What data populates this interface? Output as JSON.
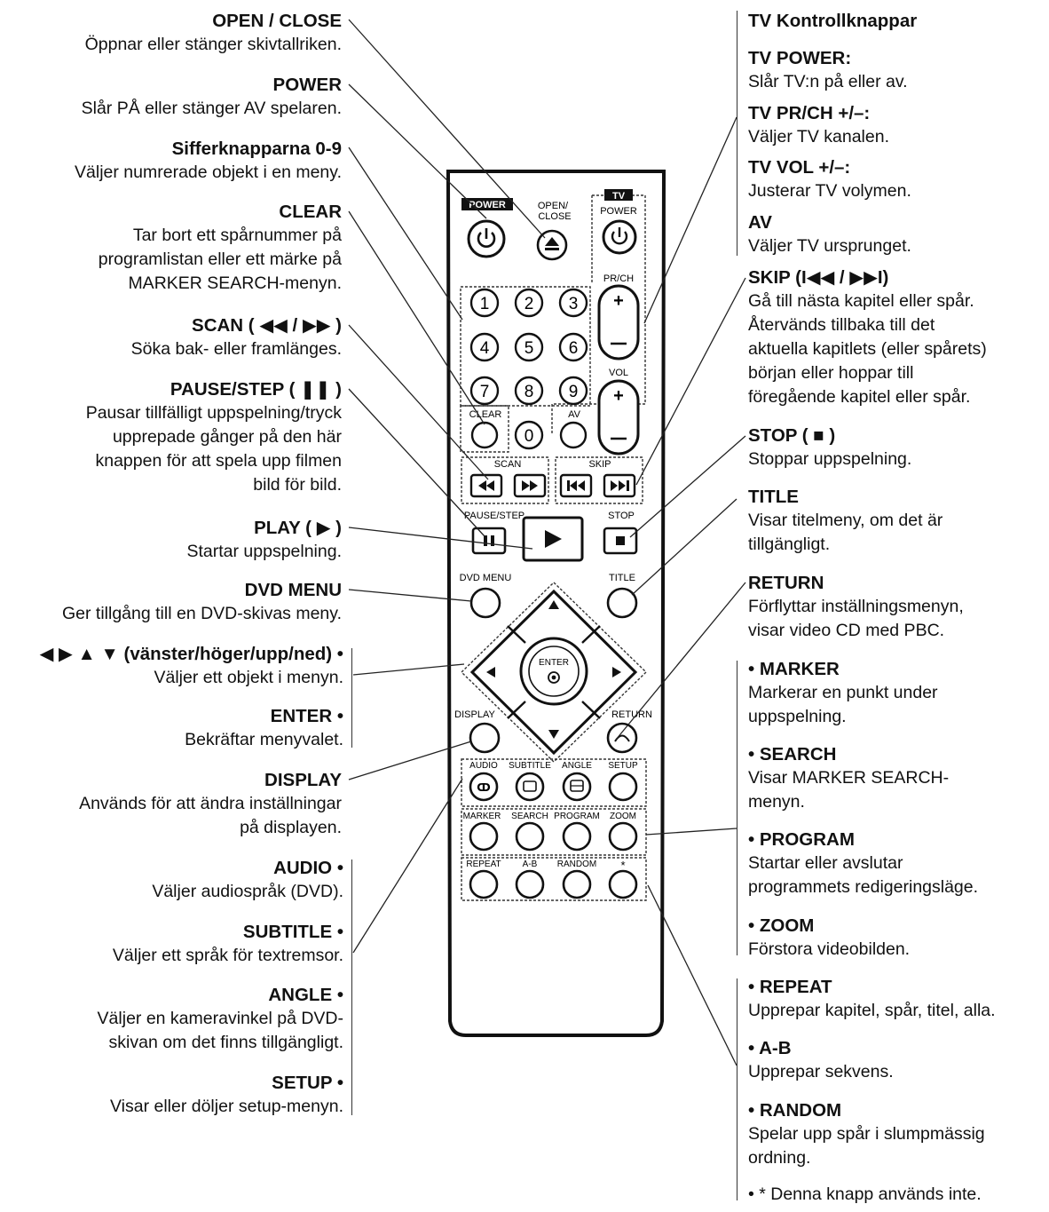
{
  "left": {
    "open_close": {
      "title": "OPEN / CLOSE",
      "desc": "Öppnar eller stänger skivtallriken."
    },
    "power": {
      "title": "POWER",
      "desc": "Slår PÅ eller stänger AV spelaren."
    },
    "numbers": {
      "title": "Sifferknapparna 0-9",
      "desc": "Väljer numrerade objekt i en meny."
    },
    "clear": {
      "title": "CLEAR",
      "desc": [
        "Tar bort ett spårnummer på",
        "programlistan eller ett märke på",
        "MARKER SEARCH-menyn."
      ]
    },
    "scan": {
      "title": "SCAN ( ◀◀ / ▶▶ )",
      "desc": "Söka bak- eller framlänges."
    },
    "pause": {
      "title": "PAUSE/STEP ( ❚❚ )",
      "desc": [
        "Pausar tillfälligt uppspelning/tryck",
        "upprepade gånger på den här",
        "knappen för att spela upp filmen",
        "bild för bild."
      ]
    },
    "play": {
      "title": "PLAY ( ▶ )",
      "desc": "Startar uppspelning."
    },
    "dvd_menu": {
      "title": "DVD MENU",
      "desc": "Ger tillgång till en DVD-skivas meny."
    },
    "arrows": {
      "title": "◀ ▶ ▲ ▼ (vänster/höger/upp/ned) •",
      "desc": "Väljer ett objekt i menyn."
    },
    "enter": {
      "title": "ENTER •",
      "desc": "Bekräftar menyvalet."
    },
    "display": {
      "title": "DISPLAY",
      "desc": [
        "Används för att ändra inställningar",
        "på displayen."
      ]
    },
    "audio": {
      "title": "AUDIO •",
      "desc": "Väljer audiospråk (DVD)."
    },
    "subtitle": {
      "title": "SUBTITLE •",
      "desc": "Väljer ett språk för textremsor."
    },
    "angle": {
      "title": "ANGLE •",
      "desc": [
        "Väljer en kameravinkel på DVD-",
        "skivan om det finns tillgängligt."
      ]
    },
    "setup": {
      "title": "SETUP •",
      "desc": "Visar eller döljer setup-menyn."
    }
  },
  "right": {
    "tv_controls": {
      "title": "TV Kontrollknappar"
    },
    "tv_power": {
      "title": "TV POWER:",
      "desc": "Slår TV:n på eller av."
    },
    "tv_prch": {
      "title": "TV PR/CH +/–:",
      "desc": "Väljer TV kanalen."
    },
    "tv_vol": {
      "title": "TV VOL +/–:",
      "desc": "Justerar TV volymen."
    },
    "av": {
      "title": "AV",
      "desc": "Väljer TV ursprunget."
    },
    "skip": {
      "title": "SKIP (I◀◀ / ▶▶I)",
      "desc": [
        "Gå till nästa kapitel eller spår.",
        "Återvänds tillbaka till det",
        "aktuella kapitlets (eller spårets)",
        "början eller hoppar till",
        "föregående kapitel eller spår."
      ]
    },
    "stop": {
      "title": "STOP ( ■ )",
      "desc": "Stoppar uppspelning."
    },
    "title": {
      "title": "TITLE",
      "desc": [
        "Visar titelmeny, om det är",
        "tillgängligt."
      ]
    },
    "return": {
      "title": "RETURN",
      "desc": [
        "Förflyttar inställningsmenyn,",
        "visar video CD med PBC."
      ]
    },
    "marker": {
      "title": "• MARKER",
      "desc": [
        "Markerar en punkt under",
        "uppspelning."
      ]
    },
    "search": {
      "title": "• SEARCH",
      "desc": [
        "Visar MARKER SEARCH-",
        "menyn."
      ]
    },
    "program": {
      "title": "• PROGRAM",
      "desc": [
        "Startar eller avslutar",
        "programmets redigeringsläge."
      ]
    },
    "zoom": {
      "title": "• ZOOM",
      "desc": "Förstora videobilden."
    },
    "repeat": {
      "title": "• REPEAT",
      "desc": "Upprepar kapitel, spår, titel, alla."
    },
    "ab": {
      "title": "• A-B",
      "desc": "Upprepar sekvens."
    },
    "random": {
      "title": "• RANDOM",
      "desc": [
        "Spelar upp spår i slumpmässig",
        "ordning."
      ]
    },
    "star": {
      "title": "• * Denna knapp används inte."
    }
  },
  "remote": {
    "power": "POWER",
    "open_close_1": "OPEN/",
    "open_close_2": "CLOSE",
    "tv": "TV",
    "tv_power": "POWER",
    "prch": "PR/CH",
    "vol": "VOL",
    "clear": "CLEAR",
    "av": "AV",
    "scan": "SCAN",
    "skip": "SKIP",
    "pause_step": "PAUSE/STEP",
    "stop": "STOP",
    "dvd_menu": "DVD MENU",
    "title": "TITLE",
    "enter": "ENTER",
    "display": "DISPLAY",
    "return": "RETURN",
    "audio": "AUDIO",
    "subtitle": "SUBTITLE",
    "angle": "ANGLE",
    "setup": "SETUP",
    "marker": "MARKER",
    "search": "SEARCH",
    "program": "PROGRAM",
    "zoom": "ZOOM",
    "repeat": "REPEAT",
    "ab": "A-B",
    "random": "RANDOM",
    "star": "*",
    "digits": [
      "1",
      "2",
      "3",
      "4",
      "5",
      "6",
      "7",
      "8",
      "9",
      "0"
    ]
  }
}
